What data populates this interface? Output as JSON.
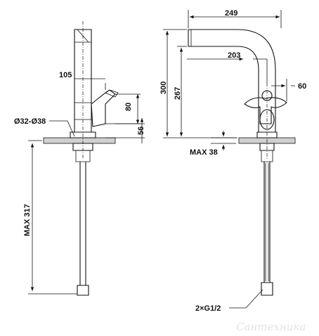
{
  "diagram": {
    "dimensions": {
      "spout_width": "249",
      "spout_reach": "203",
      "height_total": "300",
      "height_spout": "267",
      "handle_offset": "60",
      "body_offset": "105",
      "handle_height": "80",
      "handle_base": "56",
      "base_diameter": "Ø32-Ø38",
      "max_thickness": "MAX 38",
      "max_hose": "MAX 317",
      "connection": "2×G1/2"
    },
    "watermark": "Сантехника"
  }
}
